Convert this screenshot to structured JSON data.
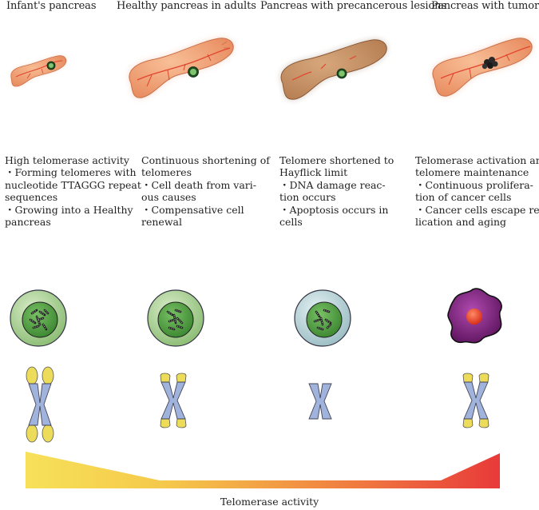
{
  "stages": [
    {
      "title": "Infant's pancreas",
      "description": [
        "High telomerase activity",
        "・Forming telomeres with",
        "nucleotide TTAGGG repeat",
        "sequences",
        "・Growing into a Healthy",
        "pancreas"
      ]
    },
    {
      "title": "Healthy pancreas in adults",
      "description": [
        "Continuous shortening of",
        "telomeres",
        "・Cell death from vari-",
        "ous causes",
        "・Compensative cell",
        "renewal"
      ]
    },
    {
      "title": "Pancreas with precancerous lesions",
      "description": [
        "Telomere shortened to",
        "Hayflick limit",
        "・DNA damage reac-",
        "tion occurs",
        "・Apoptosis occurs in",
        "cells"
      ]
    },
    {
      "title": "Pancreas with tumors",
      "description": [
        "Telomerase activation and",
        "telomere maintenance",
        "・Continuous prolifera-",
        "tion of cancer cells",
        "・Cancer cells escape rep-",
        "lication and aging"
      ]
    }
  ],
  "telomerase_activity_label": "Telomerase activity",
  "colors": {
    "pancreas_healthy": "#f2a57c",
    "pancreas_lesion": "#c8936a",
    "vessel": "#e2452e",
    "cell_outer_green": "#a9cf92",
    "cell_outer_blue": "#bcd7dc",
    "nucleus": "#5aa54a",
    "tumor_cell": "#7a1f7a",
    "tumor_nucleus": "#e8452a",
    "chromosome_body": "#9fb3dd",
    "telomere": "#ecdc5a",
    "gradient_start": "#f7e15a",
    "gradient_end": "#e83a3a"
  },
  "telomere_length_levels": [
    1.0,
    0.6,
    0.0,
    0.6
  ],
  "telomerase_activity_levels": [
    1.0,
    0.3,
    0.3,
    1.0
  ]
}
